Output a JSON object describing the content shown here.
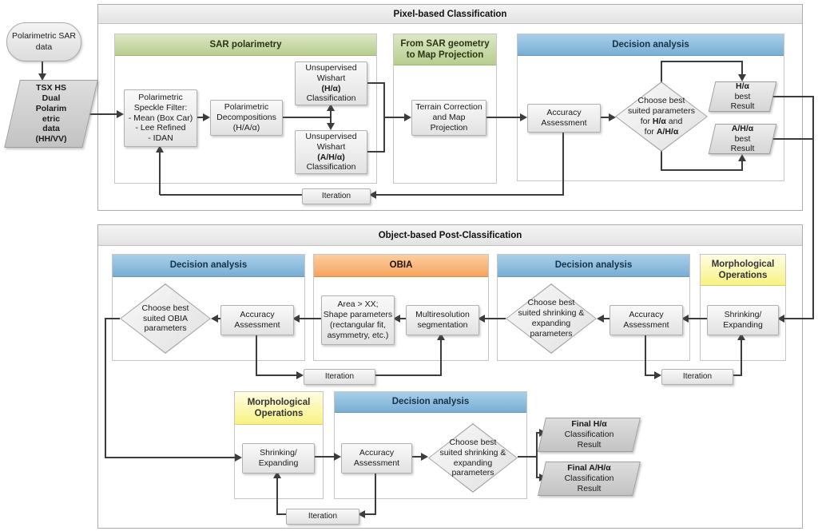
{
  "colors": {
    "green_header": "#b7cd8f",
    "blue_header": "#78aed4",
    "orange_header": "#f6a360",
    "yellow_header": "#f8f283",
    "box_fill": "#e8e8e8",
    "line": "#3c3c3c"
  },
  "pixel_section": {
    "title": "Pixel-based Classification",
    "input_terminator": "Polarimetric SAR\ndata",
    "input_parallelogram": "TSX HS\nDual\nPolarim\netric\ndata\n(HH/VV)",
    "sar_polarimetry": {
      "title": "SAR polarimetry",
      "speckle_filter": "Polarimetric\nSpeckle Filter:\n- Mean (Box Car)\n- Lee Refined\n- IDAN",
      "decompositions": "Polarimetric\nDecompositions\n(H/A/α)",
      "wishart_ha": {
        "l1": "Unsupervised\nWishart",
        "l2": "(H/α)",
        "l3": "Classification"
      },
      "wishart_aha": {
        "l1": "Unsupervised\nWishart",
        "l2": "(A/H/α)",
        "l3": "Classification"
      }
    },
    "map_projection": {
      "title": "From SAR geometry\nto Map Projection",
      "terrain": "Terrain Correction\nand Map\nProjection"
    },
    "decision": {
      "title": "Decision analysis",
      "accuracy": "Accuracy\nAssessment",
      "diamond": {
        "l1": "Choose best\nsuited parameters",
        "for1": "for ",
        "b1": "H/α",
        "and": "  and",
        "for2": "for ",
        "b2": "A/H/α"
      },
      "result_ha": {
        "b": "H/α",
        "rest": "best\nResult"
      },
      "result_aha": {
        "b": "A/H/α",
        "rest": "best\nResult"
      }
    },
    "iteration": "Iteration"
  },
  "object_section": {
    "title": "Object-based Post-Classification",
    "decision_left": {
      "title": "Decision analysis",
      "diamond": "Choose best\nsuited OBIA\nparameters",
      "accuracy": "Accuracy\nAssessment"
    },
    "obia": {
      "title": "OBIA",
      "area": "Area > XX;\nShape parameters\n(rectangular fit,\nasymmetry, etc.)",
      "multires": "Multiresolution\nsegmentation"
    },
    "decision_right": {
      "title": "Decision analysis",
      "diamond": "Choose best\nsuited shrinking &\nexpanding\nparameters",
      "accuracy": "Accuracy\nAssessment"
    },
    "morphological_top": {
      "title": "Morphological\nOperations",
      "shrinking": "Shrinking/\nExpanding"
    },
    "iteration_left": "Iteration",
    "iteration_right": "Iteration",
    "morphological_bottom": {
      "title": "Morphological\nOperations",
      "shrinking": "Shrinking/\nExpanding"
    },
    "decision_bottom": {
      "title": "Decision analysis",
      "accuracy": "Accuracy\nAssessment",
      "diamond": "Choose best\nsuited shrinking &\nexpanding\nparameters"
    },
    "final_ha": {
      "b": "Final H/α",
      "rest": "Classification\nResult"
    },
    "final_aha": {
      "b": "Final A/H/α",
      "rest": "Classification\nResult"
    },
    "iteration_bottom": "Iteration"
  }
}
